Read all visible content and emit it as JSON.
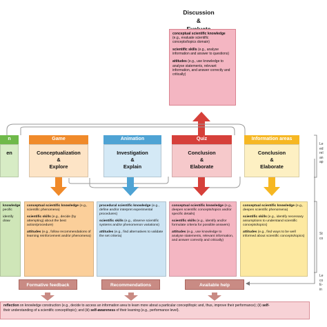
{
  "title": {
    "line1": "Discussion",
    "line2": "&",
    "line3": "Evaluate"
  },
  "top_box": [
    {
      "head": "conceptual scientific knowledge",
      "text": " (e.g., evaluate scientific concepts/topics domain)"
    },
    {
      "head": "scientific skills",
      "text": " (e.g., analyse information and answer to questions)"
    },
    {
      "head": "attitudes",
      "text": " (e.g., use knowledge to analyse statements, relevant information, and answer correctly and critically)"
    }
  ],
  "columns": [
    {
      "id": "partial",
      "header": "n",
      "stage": [
        "",
        "en"
      ],
      "details": [
        {
          "head": "knowledge",
          "text": " pecific"
        },
        {
          "head": "",
          "text": "identify draw"
        },
        {
          "head": "",
          "text": ""
        }
      ]
    },
    {
      "id": "game",
      "header": "Game",
      "stage": [
        "Conceptualization",
        "&",
        "Explore"
      ],
      "details": [
        {
          "head": "conceptual scientific knowledge",
          "text": " (e.g., scientific phenomena)"
        },
        {
          "head": "scientific skills",
          "text": " (e.g., decide (by attempting) about the best action/procedure)"
        },
        {
          "head": "attitudes",
          "text": " (e.g., follow recommendations of learning reinforcement and/or phenomena)"
        }
      ]
    },
    {
      "id": "animation",
      "header": "Animation",
      "stage": [
        "Investigation",
        "&",
        "Explain"
      ],
      "details": [
        {
          "head": "procedural scientific knowledge",
          "text": " (e.g., define and/or interpret experimental procedures)"
        },
        {
          "head": "scientific skills",
          "text": " (e.g., observe scientific systems and/or phenomenon variations)"
        },
        {
          "head": "attitudes",
          "text": " (e.g., find alternatives to validate the set criteria)"
        }
      ]
    },
    {
      "id": "quiz",
      "header": "Quiz",
      "stage": [
        "Conclusion",
        "&",
        "Elaborate"
      ],
      "details": [
        {
          "head": "conceptual scientific knowledge",
          "text": " (e.g., deepen scientific concepts/topics and/or specific details)"
        },
        {
          "head": "scientific skills",
          "text": " (e.g., identify and/or formulate criteria for possible answers)"
        },
        {
          "head": "attitudes",
          "text": " (e.g., use knowledge to analyse statements, relevant information, and answer correctly and critically)"
        }
      ]
    },
    {
      "id": "info",
      "header": "Information areas",
      "stage": [
        "Conclusion",
        "&",
        "Elaborate"
      ],
      "details": [
        {
          "head": "conceptual scientific knowledge",
          "text": " (e.g., deepen scientific phenomena)"
        },
        {
          "head": "scientific skills",
          "text": " (e.g., identify necessary assumptions to understand scientific concepts/topics)"
        },
        {
          "head": "attitudes",
          "text": " (e.g., find ways to be well informed about scientific concepts/topics)"
        }
      ]
    }
  ],
  "feedback_labels": [
    "Formative feedback",
    "Recommendations",
    "Available help"
  ],
  "bottom_note": {
    "p1_head": "reflection",
    "p1_text": " on knowledge construction (e.g., decide to access an information area to learn more about a particular concept/topic and, thus, improve their performance); (ii) ",
    "p1_tail": "self-",
    "p2_text": "their understanding of a scientific concept/topic); and (iii) ",
    "p2_head": "self-awareness",
    "p2_tail": " of their learning (e.g., performance level)."
  },
  "right_notes": [
    {
      "lines": [
        "Le",
        "ed",
        "rel",
        "an",
        "ap"
      ]
    },
    {
      "lines": [
        "St",
        "co"
      ]
    },
    {
      "lines": [
        "Le",
        "co",
        "E-",
        "in"
      ]
    }
  ],
  "colors": {
    "partial_header": "#6fb94a",
    "partial_stage": "#d7ecc5",
    "partial_detail": "#cfe6b8",
    "game_header": "#f08a2a",
    "game_stage": "#fde4c6",
    "game_detail": "#fbcf9a",
    "animation_header": "#4ea3d4",
    "animation_stage": "#d4e9f6",
    "animation_detail": "#cde4f3",
    "quiz_header": "#d6403a",
    "quiz_stage": "#f6c9cb",
    "quiz_detail": "#f4b6c2",
    "info_header": "#f6b723",
    "info_stage": "#fdf0c3",
    "info_detail": "#fde9a1"
  }
}
